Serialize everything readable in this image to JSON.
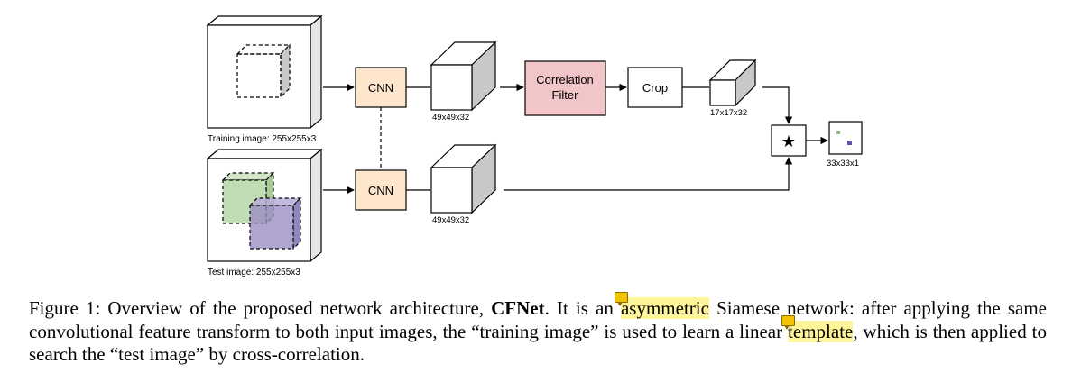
{
  "diagram": {
    "cnn_label": "CNN",
    "correlation_filter_lines": [
      "Correlation",
      "Filter"
    ],
    "crop_label": "Crop",
    "star_symbol": "★",
    "training_image_label": "Training image: 255x255x3",
    "test_image_label": "Test image: 255x255x3",
    "feature_size_label": "49x49x32",
    "cropped_size_label": "17x17x32",
    "output_size_label": "33x33x1",
    "colors": {
      "cnn_fill": "#fde6cc",
      "filter_fill": "#f2c6c8",
      "green_cube": "#b5d7a8",
      "purple_cube": "#9b8ec4",
      "green_dot": "#8fbf7f",
      "purple_dot": "#5a55a8"
    }
  },
  "caption": {
    "prefix": "Figure 1: Overview of the proposed network architecture, ",
    "bold_name": "CFNet",
    "part_1": ". It is an ",
    "highlight_1": "asymmetric",
    "part_2": " Siamese network: after applying the same convolutional feature transform to both input images, the “training image” is used to learn a linear ",
    "highlight_2": "template",
    "part_3": ", which is then applied to search the “test image” by cross-correlation."
  }
}
